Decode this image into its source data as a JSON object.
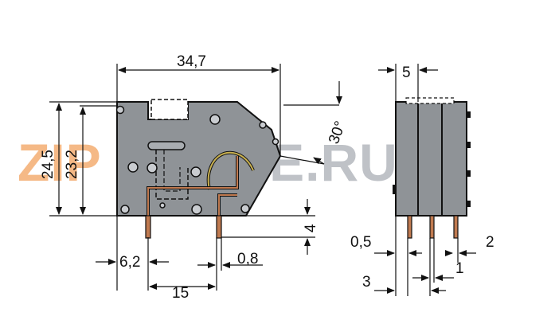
{
  "watermark": {
    "left": "ZIP",
    "right": "STORE.RU",
    "left_color": "#f5b27a",
    "right_color": "#b9bcc2"
  },
  "colors": {
    "body": "#8f9397",
    "line": "#111111",
    "pin": "#c07a50",
    "wire": "#c8b050"
  },
  "dimensions": {
    "width_top": "34,7",
    "height_outer": "24,5",
    "height_inner": "23,2",
    "angle": "30°",
    "pin_length": "4",
    "left_offset": "6,2",
    "pin_width": "0,8",
    "pitch": "15",
    "side_width": "5",
    "side_offset": "0,5",
    "side_depth": "3",
    "pin_gap": "1",
    "pin_right": "2"
  }
}
